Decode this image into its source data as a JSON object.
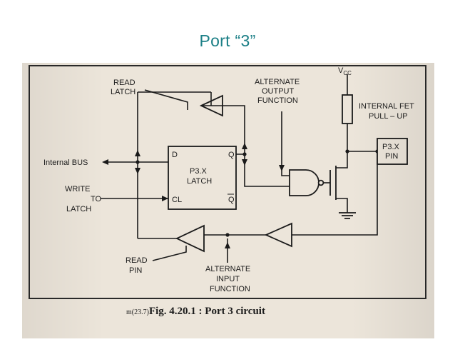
{
  "slide": {
    "title": "Port “3”"
  },
  "diagram": {
    "labels": {
      "read_latch_1": "READ",
      "read_latch_2": "LATCH",
      "alt_output_1": "ALTERNATE",
      "alt_output_2": "OUTPUT",
      "alt_output_3": "FUNCTION",
      "vcc": "V",
      "vcc_sub": "CC",
      "fet_1": "INTERNAL FET",
      "fet_2": "PULL – UP",
      "internal_bus": "Internal BUS",
      "write_1": "WRITE",
      "write_2": "TO",
      "write_3": "LATCH",
      "latch_d": "D",
      "latch_q": "Q",
      "latch_name_1": "P3.X",
      "latch_name_2": "LATCH",
      "latch_cl": "CL",
      "latch_qbar": "Q",
      "pin_1": "P3.X",
      "pin_2": "PIN",
      "read_pin_1": "READ",
      "read_pin_2": "PIN",
      "alt_input_1": "ALTERNATE",
      "alt_input_2": "INPUT",
      "alt_input_3": "FUNCTION"
    },
    "caption_prefix": "m(23.7)",
    "caption": "Fig. 4.20.1 : Port 3 circuit"
  }
}
